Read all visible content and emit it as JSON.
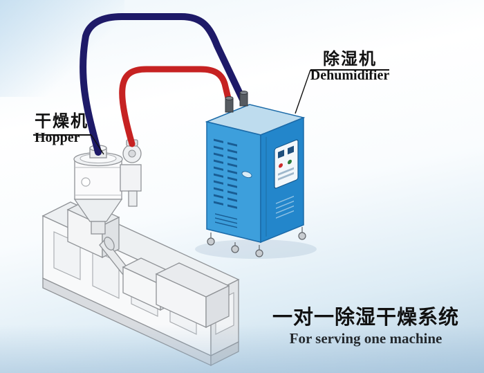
{
  "scene": {
    "labels": {
      "hopper": {
        "cn": "干燥机",
        "en": "Hopper"
      },
      "dehumidifier": {
        "cn": "除湿机",
        "en": "Dehumidifier"
      }
    },
    "caption": {
      "cn": "一对一除湿干燥系统",
      "en": "For serving one machine"
    },
    "colors": {
      "pipe_red": "#c62222",
      "pipe_navy": "#1e1a68",
      "cabinet_front": "#3d9fdc",
      "cabinet_side": "#2386cb",
      "cabinet_top": "#bedcee",
      "cabinet_outline": "#1b6aa8",
      "machine_fill": "#f8f9fa",
      "machine_stroke": "#8f9296",
      "text": "#111111",
      "background_bottom": "#b9d2e4"
    }
  }
}
